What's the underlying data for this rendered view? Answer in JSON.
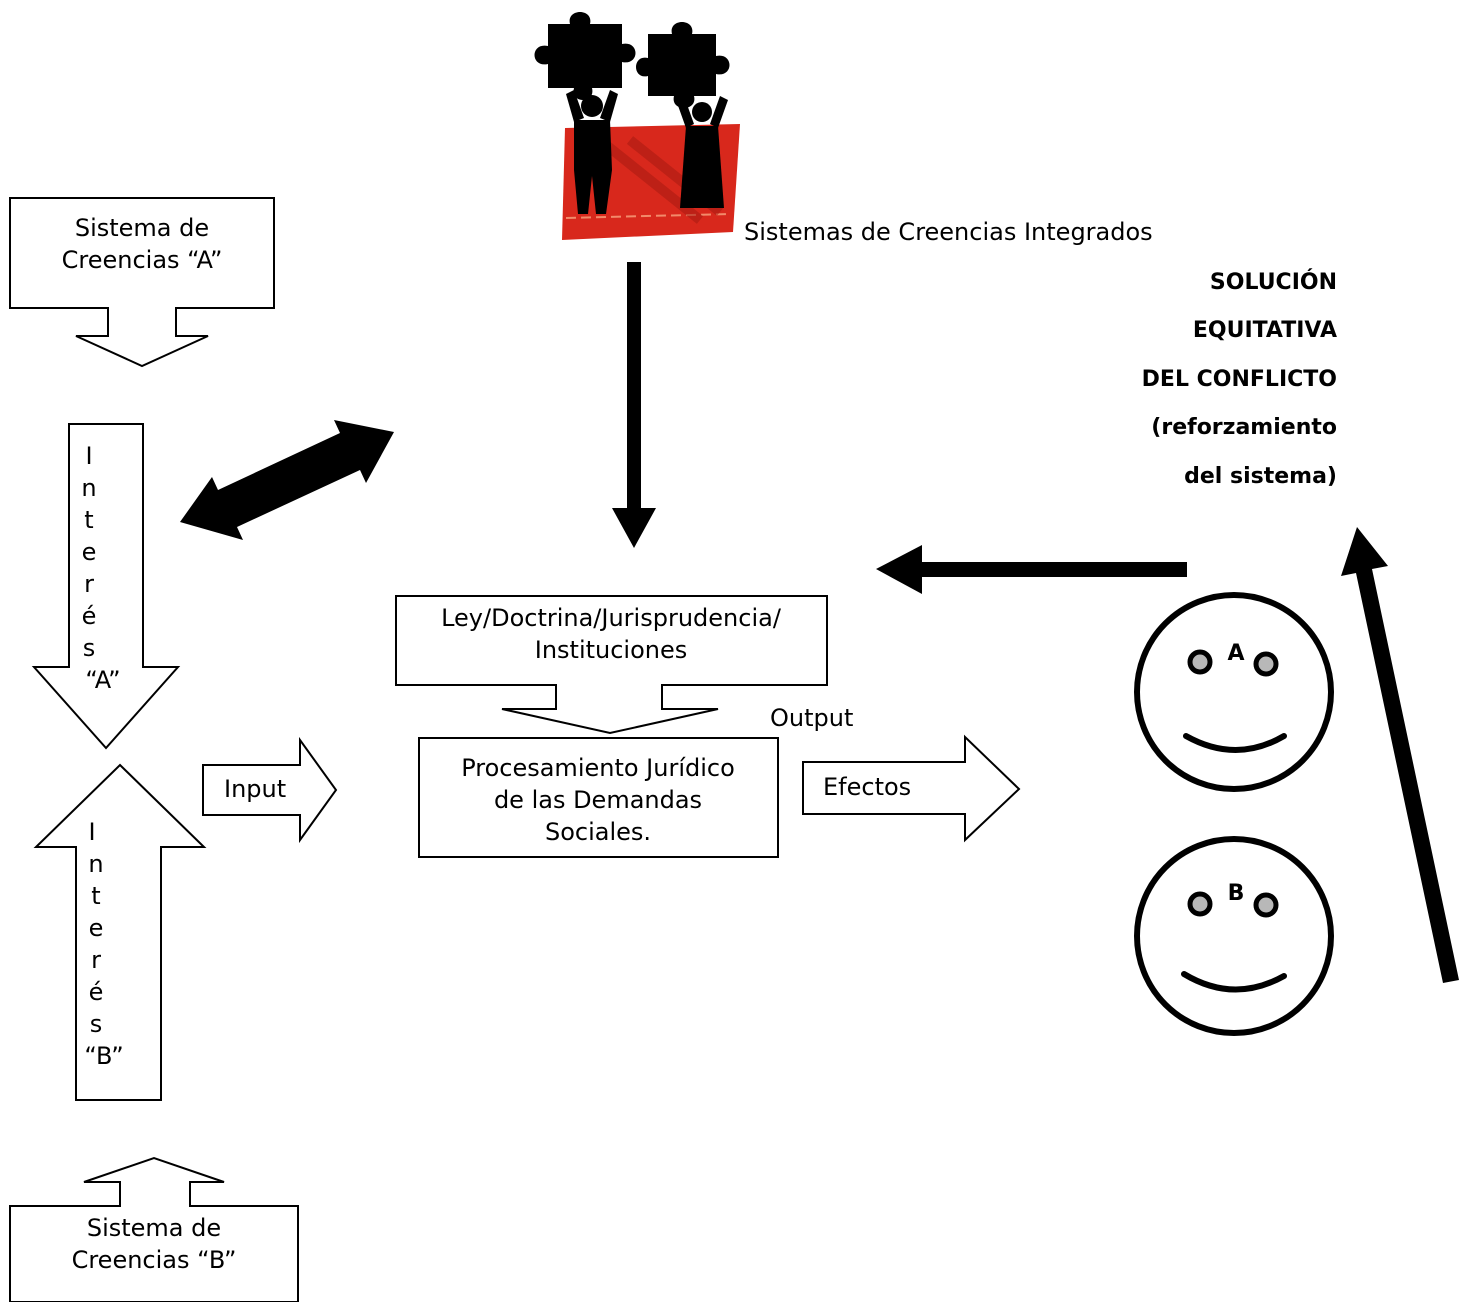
{
  "beliefs_a": {
    "line1": "Sistema de",
    "line2": "Creencias “A”"
  },
  "beliefs_b": {
    "line1": "Sistema de",
    "line2": "Creencias “B”"
  },
  "interest_a": [
    "I",
    "n",
    "t",
    "e",
    "r",
    "é",
    "s",
    "“A”"
  ],
  "interest_b": [
    "I",
    "n",
    "t",
    "e",
    "r",
    "é",
    "s",
    "“B”"
  ],
  "input_label": "Input",
  "law_box": {
    "line1": "Ley/Doctrina/Jurisprudencia/",
    "line2": "Instituciones"
  },
  "output_label": "Output",
  "processing": {
    "line1": "Procesamiento Jurídico",
    "line2": "de las Demandas",
    "line3": "Sociales."
  },
  "effects_label": "Efectos",
  "integrated_label": "Sistemas de Creencias Integrados",
  "solution": [
    "SOLUCIÓN",
    "EQUITATIVA",
    "DEL CONFLICTO",
    "(reforzamiento",
    "del sistema)"
  ],
  "face_a_label": "A",
  "face_b_label": "B",
  "colors": {
    "clipart_red": "#d8281c",
    "arrow_black": "#000000",
    "eye_gray": "#b8b8b8"
  },
  "icons": {
    "clipart": "puzzle-people-icon",
    "faces": "smiley-face-icon"
  }
}
